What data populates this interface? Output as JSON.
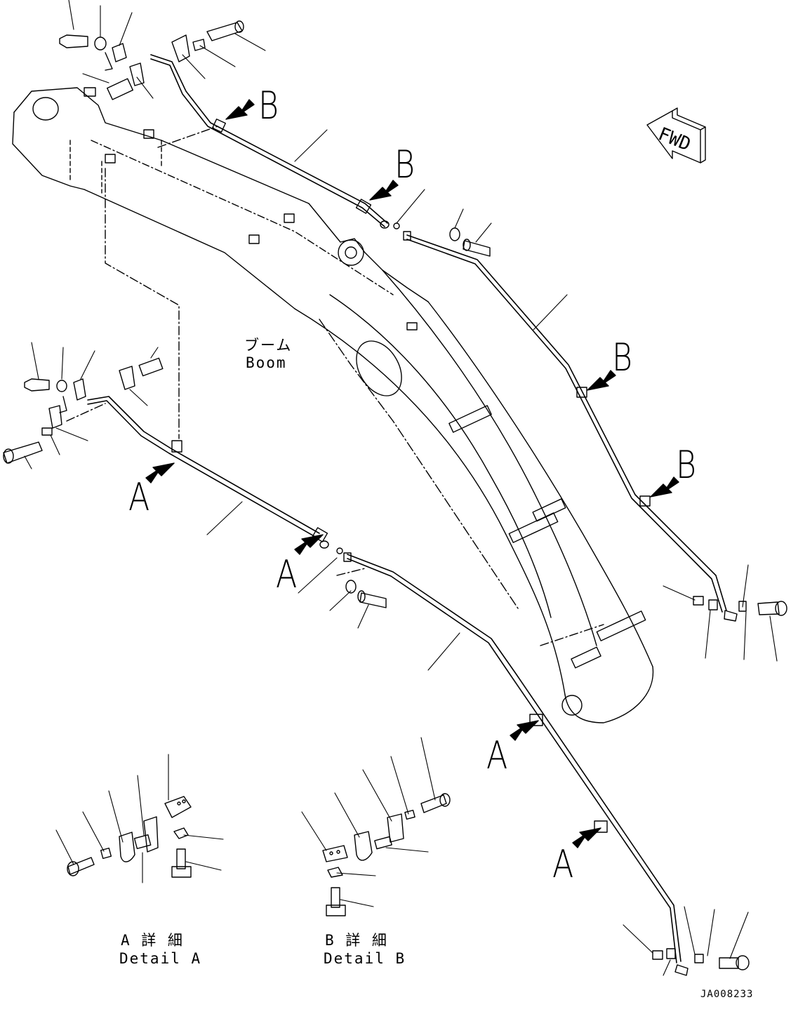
{
  "callouts": {
    "b1": "B",
    "b2": "B",
    "b3": "B",
    "b4": "B",
    "a1": "A",
    "a2": "A",
    "a3": "A",
    "a4": "A"
  },
  "fwd_label": "FWD",
  "boom": {
    "jp": "ブーム",
    "en": "Boom"
  },
  "detail_a": {
    "jp": "A 詳 細",
    "en": "Detail A"
  },
  "detail_b": {
    "jp": "B 詳 細",
    "en": "Detail B"
  },
  "drawing_code": "JA008233",
  "colors": {
    "line": "#000000",
    "background": "#ffffff"
  }
}
